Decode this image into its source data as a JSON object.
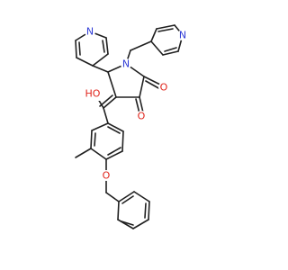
{
  "molecule": {
    "atom_labels": {
      "n_pyr_top": "N",
      "n_pyr_right": "N",
      "n_lactam": "N",
      "o_hydroxy": "HO",
      "o_ketone_2": "O",
      "o_ketone_3": "O",
      "o_ether": "O"
    }
  }
}
